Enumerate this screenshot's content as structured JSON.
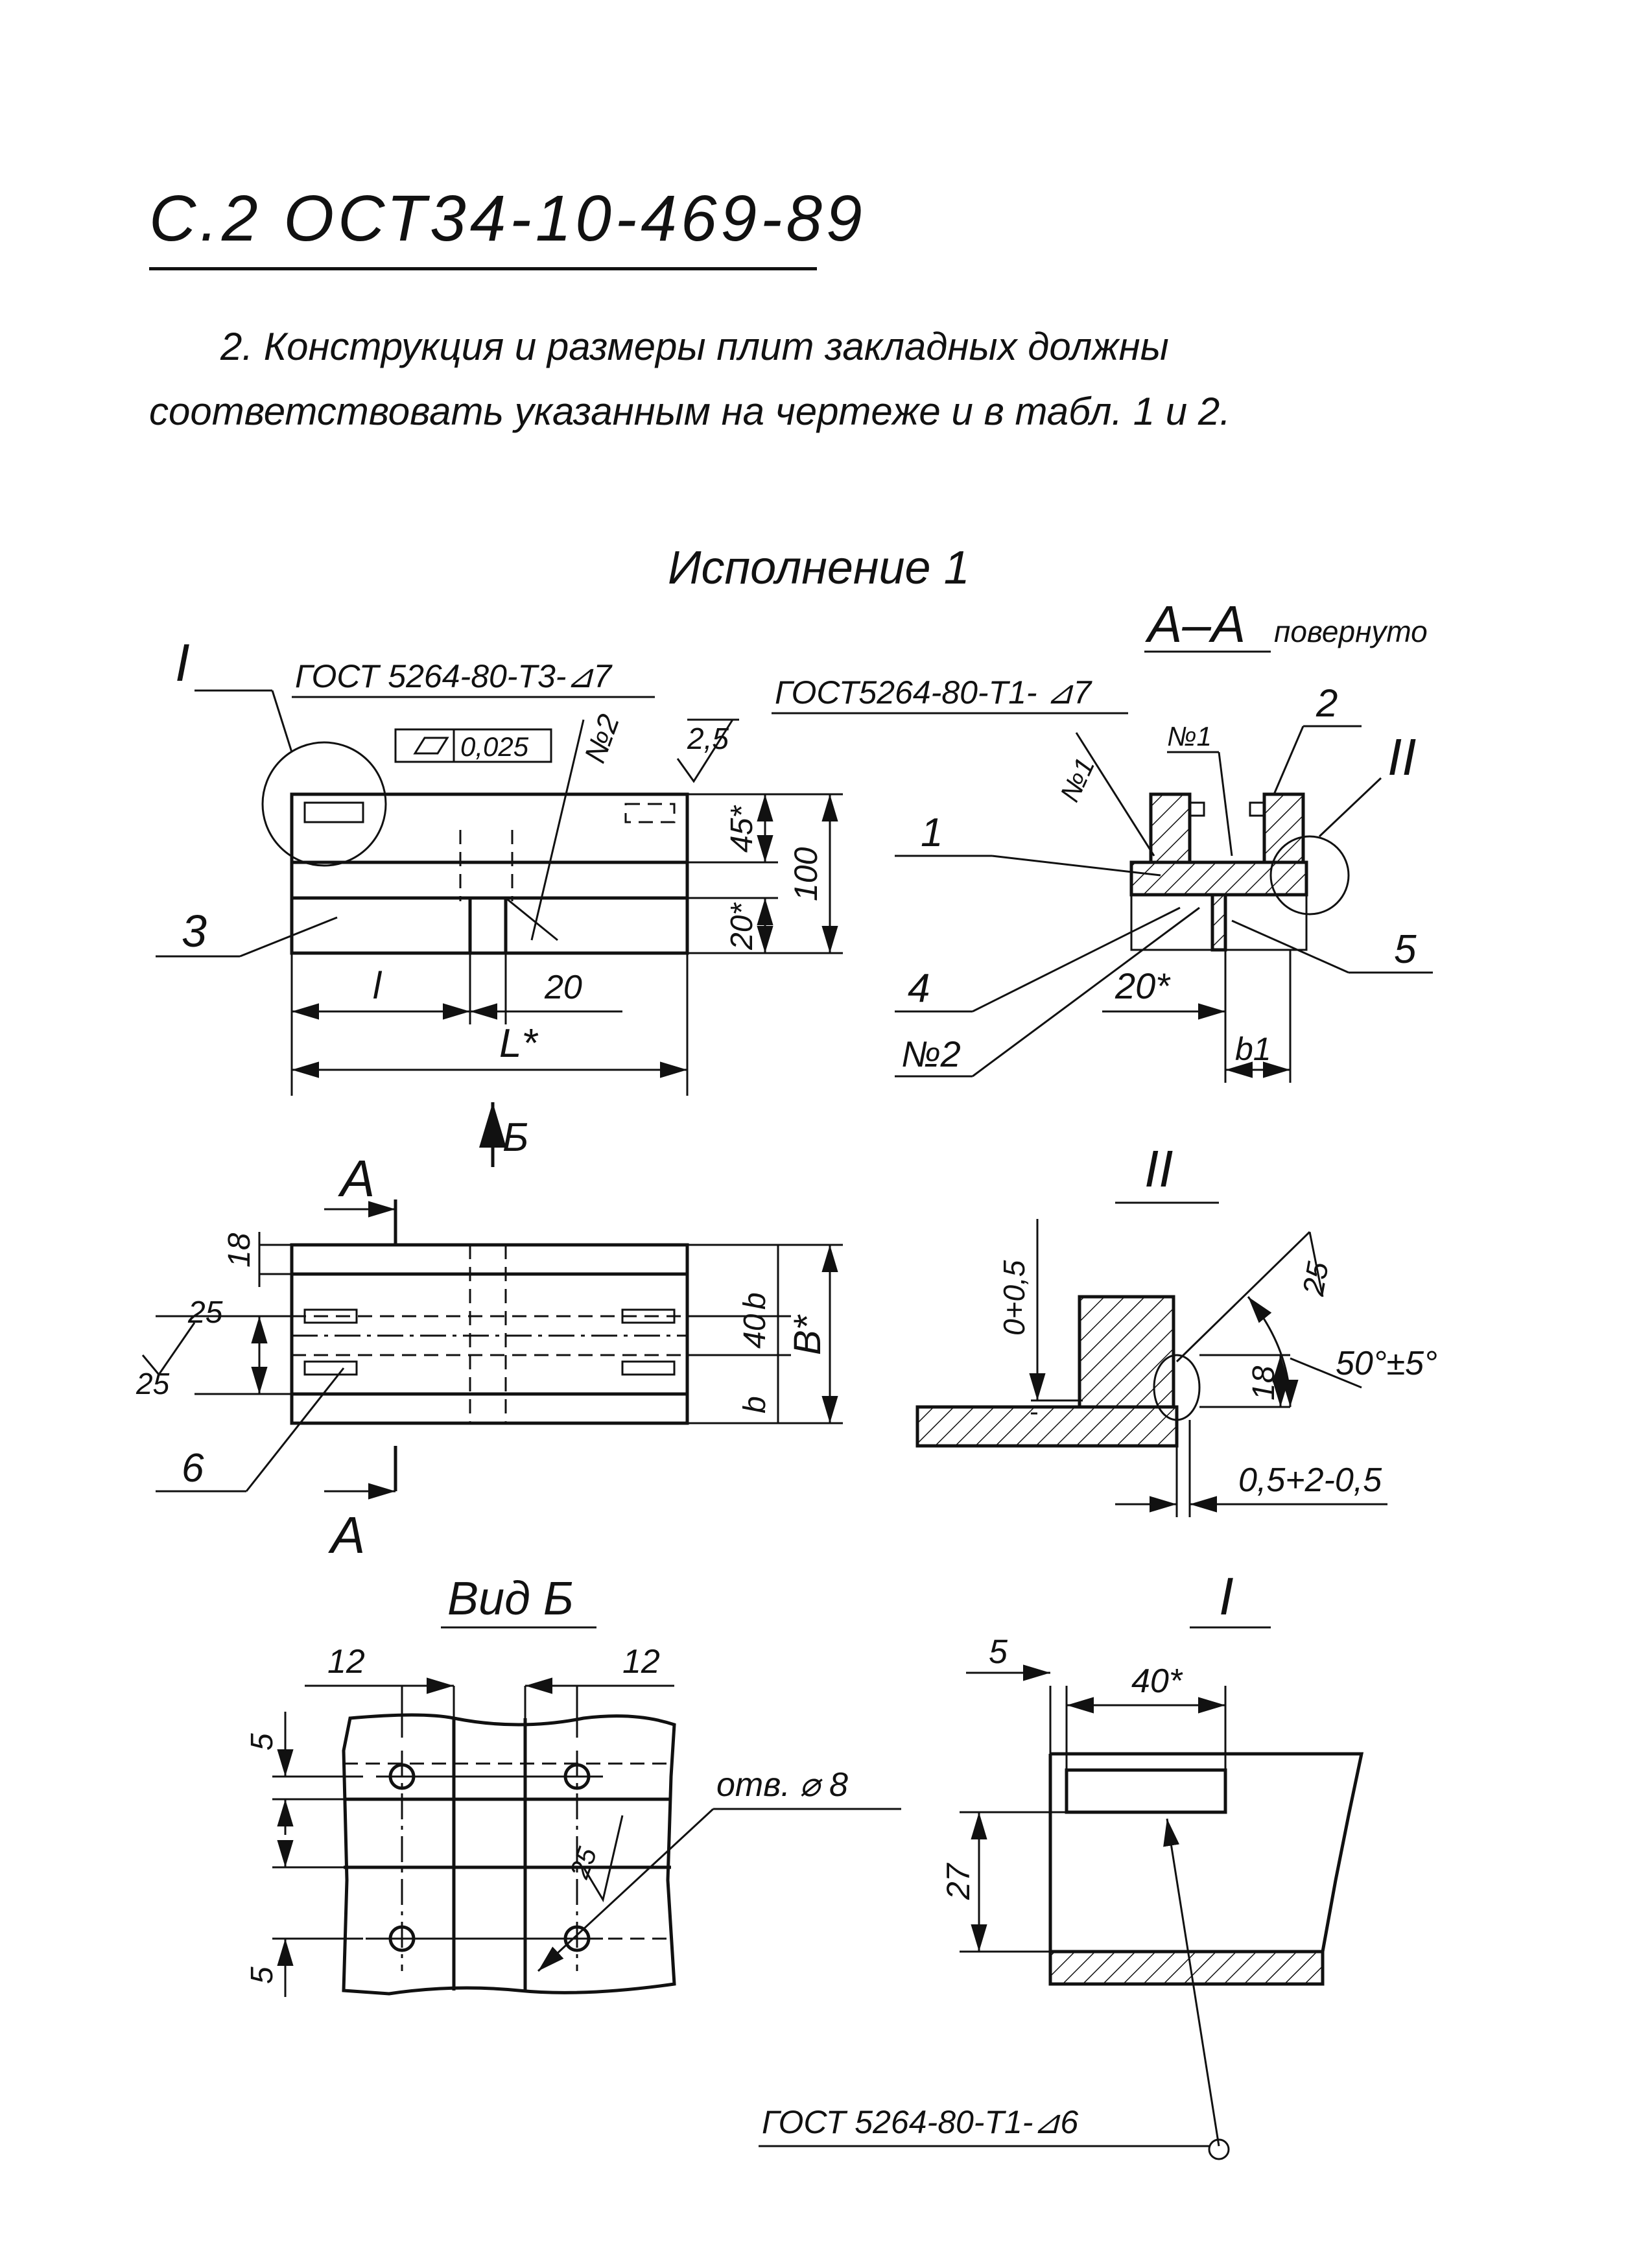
{
  "header": {
    "title": "С.2  ОСТ34-10-469-89"
  },
  "paragraph": {
    "line1": "2. Конструкция  и размеры плит закладных должны",
    "line2": "соответствовать указанным  на чертеже  и в табл. 1 и 2."
  },
  "drawing": {
    "execution_title": "Исполнение 1",
    "view_main": {
      "callout_I": "I",
      "weld_label": "ГОСТ 5264-80-Т3-⊿7",
      "flatness": "0,025",
      "roughness": "2,5",
      "weld_no2": "№2",
      "pos3": "3",
      "dim_45": "45*",
      "dim_100": "100",
      "dim_20v": "20*",
      "dim_l": "l",
      "dim_20": "20",
      "dim_L": "L*",
      "view_arrow": "Б"
    },
    "section_AA": {
      "title": "А–А",
      "title_suffix": "повернуто",
      "weld_label": "ГОСТ5264-80-Т1- ⊿7",
      "no1a": "№1",
      "no1b": "№1",
      "pos2": "2",
      "callout_II": "II",
      "pos1": "1",
      "pos5": "5",
      "pos4": "4",
      "dim_20": "20*",
      "no2": "№2",
      "dim_b1": "b1"
    },
    "plan": {
      "cut_A_top": "А",
      "cut_A_bottom": "А",
      "dim_18": "18",
      "dim_25": "25",
      "rough_25": "25",
      "dim_b_top": "b",
      "dim_40": "40",
      "dim_b_bottom": "b",
      "dim_B": "В*",
      "pos6": "6"
    },
    "detail_II": {
      "title": "II",
      "dim_0": "0+0,5",
      "rough_25": "25",
      "angle": "50°±5°",
      "dim_18": "18",
      "gap": "0,5+2-0,5"
    },
    "view_B": {
      "title": "Вид Б",
      "dim_12_left": "12",
      "dim_12_right": "12",
      "dim_5_top": "5",
      "dim_5_bottom": "5",
      "hole": "отв. ⌀ 8",
      "rough_25": "25"
    },
    "detail_I": {
      "title": "I",
      "dim_5": "5",
      "dim_40": "40*",
      "dim_27": "27",
      "weld_label": "ГОСТ 5264-80-Т1-⊿6"
    }
  }
}
